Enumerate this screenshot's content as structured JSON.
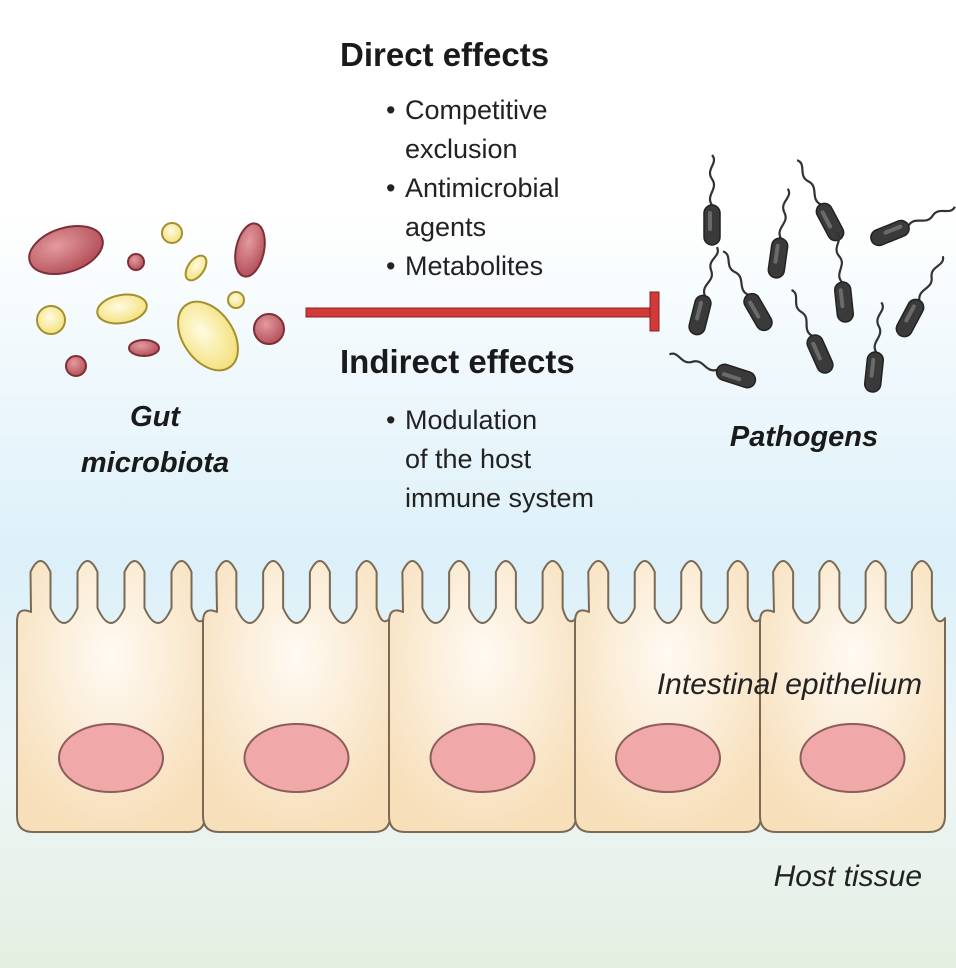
{
  "direct_effects": {
    "heading": "Direct effects",
    "items": [
      "Competitive",
      "exclusion",
      "Antimicrobial",
      "agents",
      "Metabolites"
    ]
  },
  "indirect_effects": {
    "heading": "Indirect effects",
    "items": [
      "Modulation",
      "of the host",
      "immune system"
    ]
  },
  "gut_microbiota": {
    "line1": "Gut",
    "line2": "microbiota"
  },
  "pathogens": {
    "label": "Pathogens"
  },
  "epithelium": {
    "label": "Intestinal epithelium"
  },
  "host_tissue": {
    "label": "Host tissue"
  },
  "bullet": "•",
  "colors": {
    "microbe_red": "#b9545c",
    "microbe_yellow": "#f6e58a",
    "inhibition_arrow": "#d23a3a",
    "pathogen_body": "#3c3c3c",
    "cell_fill": "#f8e2bf",
    "nucleus": "#f0a8a8",
    "lumen_blue": "#dff1f9",
    "tissue_green": "#e6f0e3"
  }
}
